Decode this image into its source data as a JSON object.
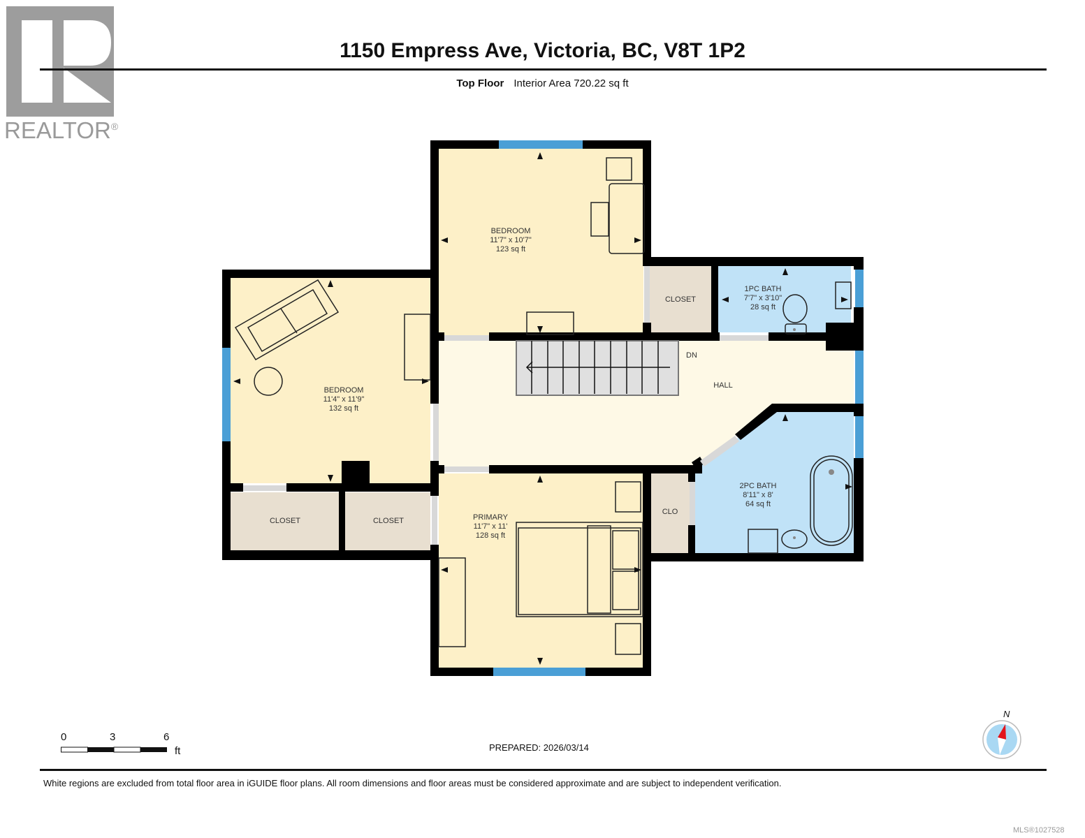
{
  "logo": {
    "brand": "REALTOR",
    "mark": "®"
  },
  "header": {
    "address": "1150 Empress Ave, Victoria, BC, V8T 1P2",
    "floor": "Top Floor",
    "interior_area": "Interior Area 720.22 sq ft"
  },
  "rooms": [
    {
      "name": "BEDROOM",
      "dims": "11'7\" x 10'7\"",
      "area": "123 sq ft"
    },
    {
      "name": "BEDROOM",
      "dims": "11'4\" x 11'9\"",
      "area": "132 sq ft"
    },
    {
      "name": "1PC BATH",
      "dims": "7'7\" x 3'10\"",
      "area": "28 sq ft"
    },
    {
      "name": "2PC BATH",
      "dims": "8'11\" x 8'",
      "area": "64 sq ft"
    },
    {
      "name": "PRIMARY",
      "dims": "11'7\" x 11'",
      "area": "128 sq ft"
    },
    {
      "name": "HALL"
    },
    {
      "name": "CLOSET"
    },
    {
      "name": "CLOSET"
    },
    {
      "name": "CLOSET"
    },
    {
      "name": "CLO"
    }
  ],
  "stairs": {
    "label": "DN"
  },
  "scale_bar": {
    "ticks": [
      "0",
      "3",
      "6"
    ],
    "unit": "ft"
  },
  "prepared": "PREPARED: 2026/03/14",
  "compass": {
    "label": "N"
  },
  "disclaimer": "White regions are excluded from total floor area in iGUIDE floor plans. All room dimensions and floor areas must be considered approximate and are subject to independent verification.",
  "mls": "MLS®1027528",
  "colors": {
    "bedroom_fill": "#fdf0c8",
    "hall_fill": "#fef9e6",
    "bath_fill": "#c0e2f7",
    "closet_fill": "#e8dfd0",
    "wall": "#000000",
    "window": "#4a9fd6",
    "door_opening": "#d8d8d8",
    "compass_needle": "#e3141b"
  }
}
